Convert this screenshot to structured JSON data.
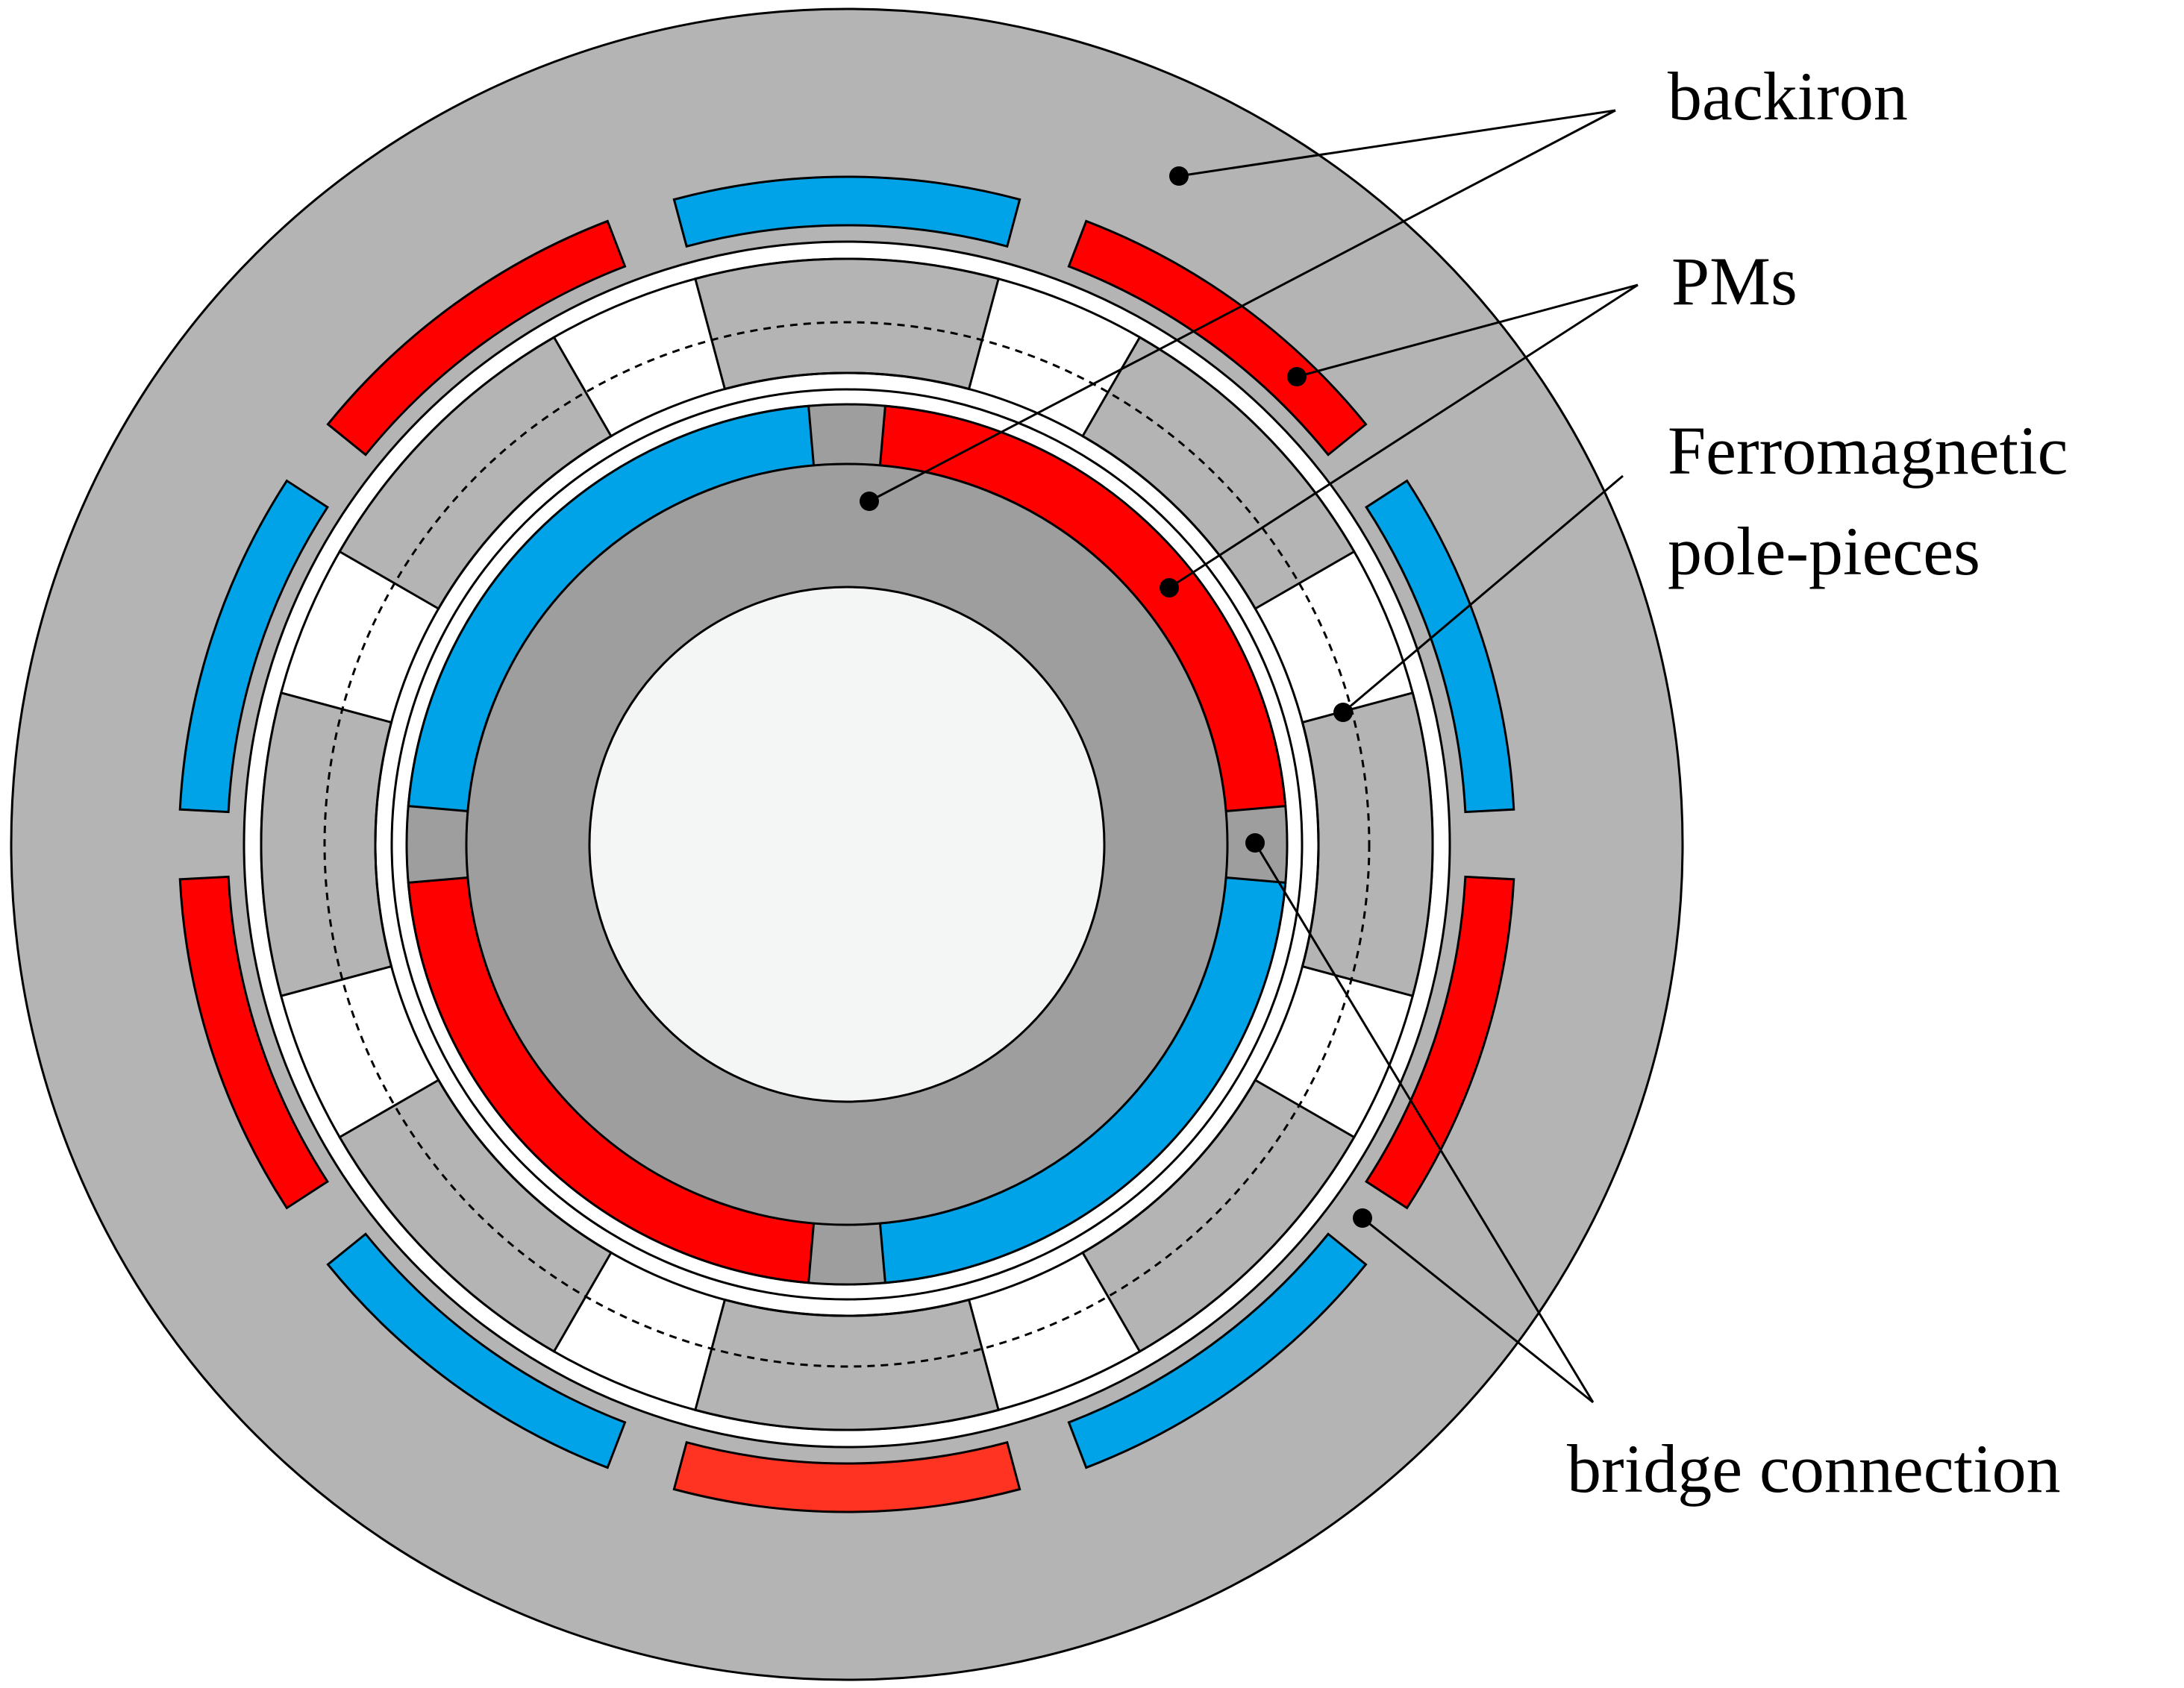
{
  "labels": {
    "backiron": "backiron",
    "pms": "PMs",
    "ferromagnetic_line1": "Ferromagnetic",
    "ferromagnetic_line2": "pole-pieces",
    "bridge": "bridge connection"
  },
  "colors": {
    "backiron": "#b4b4b4",
    "rotor_core": "#9e9e9e",
    "shaft": "#f4f6f6",
    "pole_piece": "#b4b4b4",
    "pm_red": "#ff0000",
    "pm_red_bottom": "#ff3322",
    "pm_blue": "#00a2e8",
    "outline": "#000000",
    "background": "#ffffff"
  },
  "outer_magnets": [
    "blue",
    "red",
    "blue",
    "red",
    "blue",
    "red_bottom",
    "blue",
    "red",
    "blue",
    "red"
  ],
  "inner_magnets": [
    "red",
    "blue",
    "red",
    "blue"
  ],
  "pole_pieces_count": 8
}
